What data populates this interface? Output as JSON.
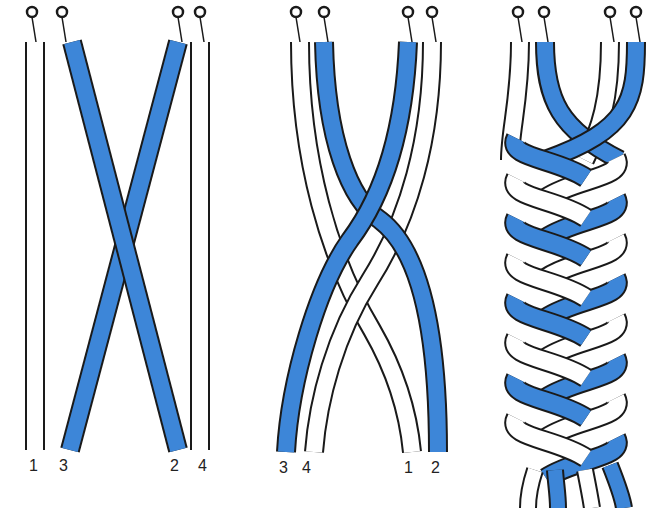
{
  "diagram": {
    "labels": [
      "1",
      "3",
      "2",
      "4",
      "3",
      "4",
      "1",
      "2"
    ]
  }
}
